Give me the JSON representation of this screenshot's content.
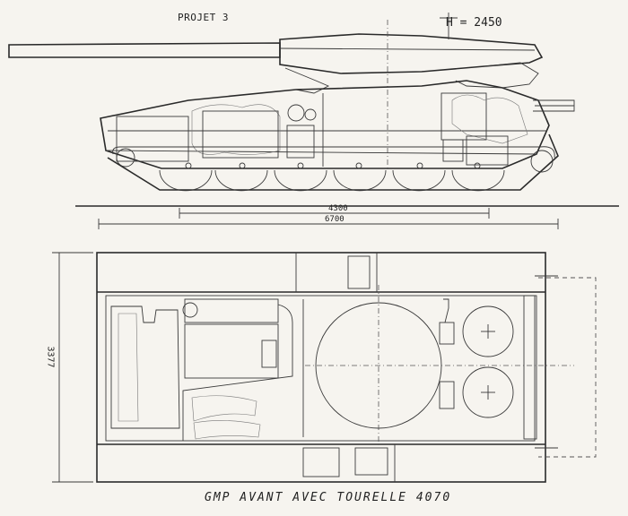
{
  "drawing": {
    "project_title": "PROJET 3",
    "height_dimension": "H = 2450",
    "wheelbase_dimension": "4300",
    "length_dimension": "6700",
    "width_dimension": "3377",
    "caption": "GMP AVANT   AVEC TOURELLE 4070"
  }
}
